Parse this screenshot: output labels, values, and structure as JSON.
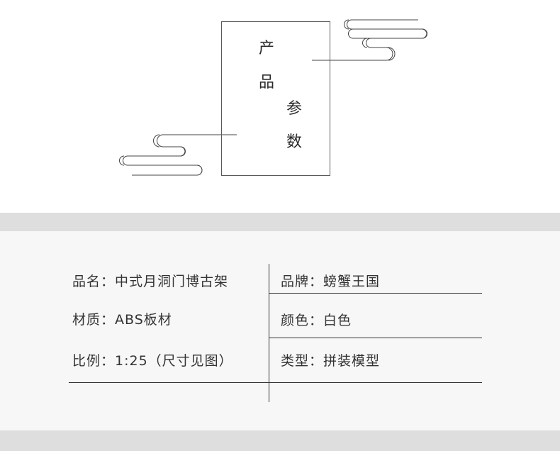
{
  "heading": {
    "chars": [
      "产",
      "品",
      "参",
      "数"
    ]
  },
  "specs": {
    "rows": [
      {
        "left": "品名：中式月洞门博古架",
        "right": "品牌：螃蟹王国"
      },
      {
        "left": "材质：ABS板材",
        "right": "颜色：白色"
      },
      {
        "left": "比例：1:25（尺寸见图）",
        "right": "类型：拼装模型"
      }
    ]
  },
  "colors": {
    "band": "#dedede",
    "panel": "#f7f7f7",
    "line": "#333333"
  }
}
